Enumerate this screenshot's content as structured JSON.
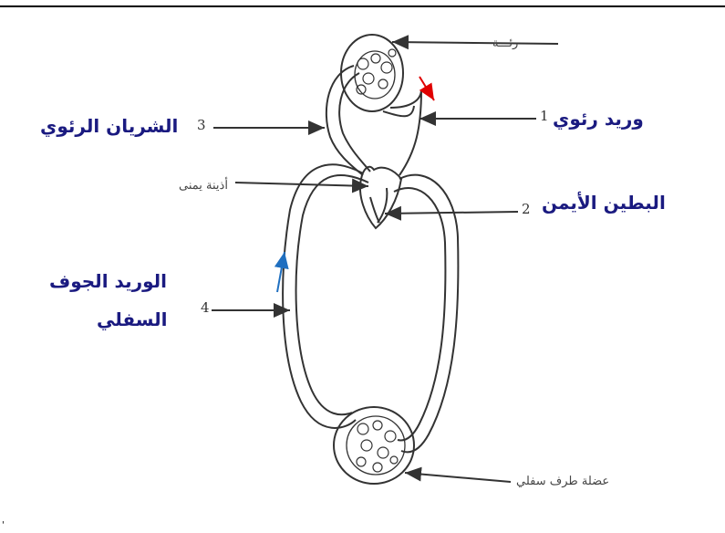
{
  "labels": {
    "lung": "رئـــة",
    "pulmonary_vein": "وريد رئوي",
    "pulmonary_artery": "الشريان الرئوي",
    "right_atrium": "أذينة يمنى",
    "right_ventricle": "البطين الأيمن",
    "inferior_vena_cava_1": "الوريد الجوف",
    "inferior_vena_cava_2": "السفلي",
    "lower_limb_muscle": "عضلة طرف سفلي"
  },
  "numbers": {
    "n1": "1",
    "n2": "2",
    "n3": "3",
    "n4": "4"
  },
  "bottom_mark": "'",
  "colors": {
    "label_blue": "#1a1a80",
    "red_arrow": "#e00000",
    "blue_arrow": "#1f6fc0",
    "line": "#333333"
  }
}
